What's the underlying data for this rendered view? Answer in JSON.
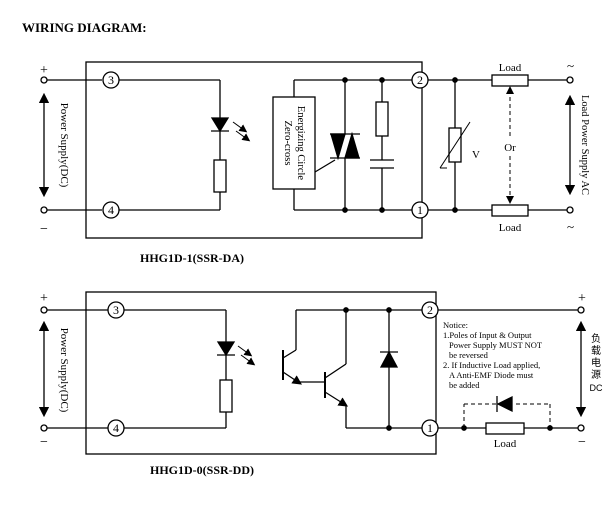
{
  "page_title": "WIRING DIAGRAM:",
  "diagram_da": {
    "model_label": "HHG1D-1(SSR-DA)",
    "plus": "+",
    "minus": "−",
    "tilde_top": "~",
    "tilde_bottom": "~",
    "terminals": [
      "3",
      "4",
      "2",
      "1"
    ],
    "power_supply_label": "Power Supply(DC)",
    "zero_cross_line1": "Zero-cross",
    "zero_cross_line2": "Energizing Circle",
    "load_top": "Load",
    "load_bottom": "Load",
    "or_label": "Or",
    "v_label": "V",
    "load_power_label": "Load Power Supply AC"
  },
  "diagram_dd": {
    "model_label": "HHG1D-0(SSR-DD)",
    "plus_left": "+",
    "minus_left": "−",
    "plus_right": "+",
    "minus_right": "−",
    "terminals": [
      "3",
      "4",
      "2",
      "1"
    ],
    "power_supply_label": "Power Supply(DC)",
    "notice_lines": [
      "Notice:",
      "1.Poles of Input & Output",
      "  Power Supply MUST NOT",
      "  be reversed",
      "2. If Inductive Load applied,",
      "  A Anti-EMF Diode must",
      "  be added"
    ],
    "load_label": "Load",
    "dc_supply_chars": [
      "负",
      "载",
      "电",
      "源"
    ],
    "dc_label": "DC"
  }
}
